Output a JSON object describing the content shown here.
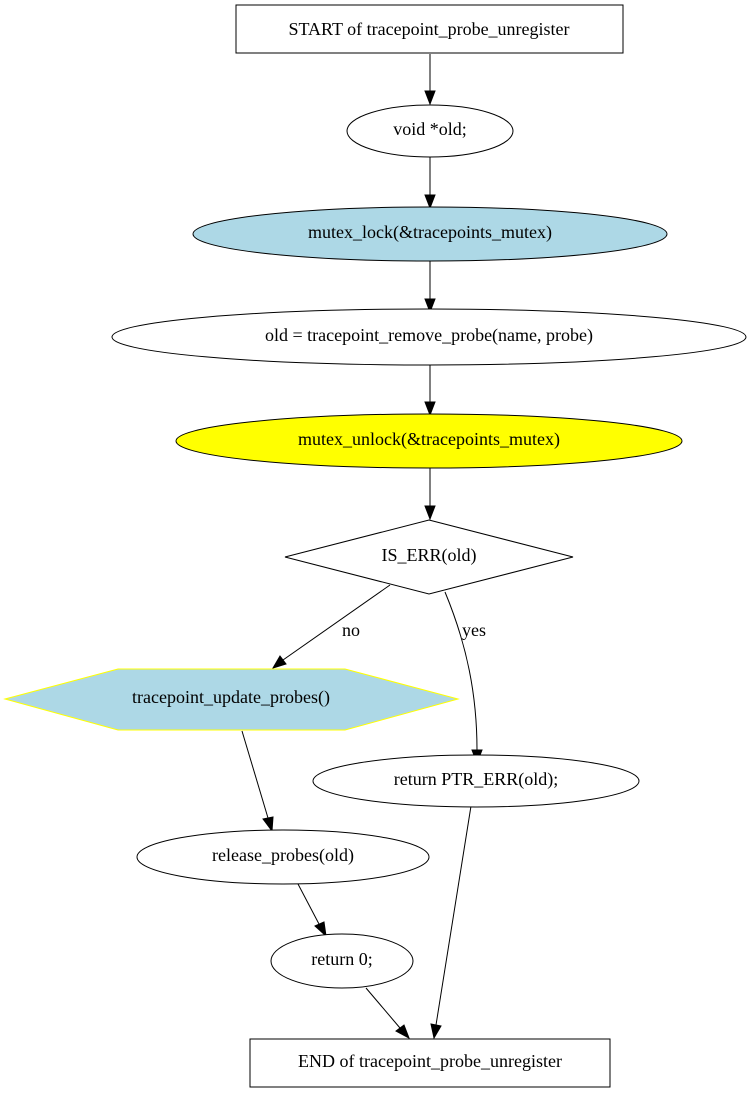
{
  "diagram": {
    "type": "flowchart",
    "nodes": {
      "start": {
        "label": "START of tracepoint_probe_unregister",
        "shape": "box",
        "fill": "#ffffff",
        "stroke": "#000000"
      },
      "decl_old": {
        "label": "void *old;",
        "shape": "ellipse",
        "fill": "#ffffff",
        "stroke": "#000000"
      },
      "mutex_lock": {
        "label": "mutex_lock(&tracepoints_mutex)",
        "shape": "ellipse",
        "fill": "#add8e6",
        "stroke": "#000000"
      },
      "remove_probe": {
        "label": "old = tracepoint_remove_probe(name, probe)",
        "shape": "ellipse",
        "fill": "#ffffff",
        "stroke": "#000000"
      },
      "mutex_unlock": {
        "label": "mutex_unlock(&tracepoints_mutex)",
        "shape": "ellipse",
        "fill": "#ffff00",
        "stroke": "#000000"
      },
      "is_err": {
        "label": "IS_ERR(old)",
        "shape": "diamond",
        "fill": "#ffffff",
        "stroke": "#000000"
      },
      "update_probes": {
        "label": "tracepoint_update_probes()",
        "shape": "hexagon",
        "fill": "#add8e6",
        "stroke": "#ffff00"
      },
      "return_err": {
        "label": "return PTR_ERR(old);",
        "shape": "ellipse",
        "fill": "#ffffff",
        "stroke": "#000000"
      },
      "release_probes": {
        "label": "release_probes(old)",
        "shape": "ellipse",
        "fill": "#ffffff",
        "stroke": "#000000"
      },
      "return_zero": {
        "label": "return 0;",
        "shape": "ellipse",
        "fill": "#ffffff",
        "stroke": "#000000"
      },
      "end": {
        "label": "END of tracepoint_probe_unregister",
        "shape": "box",
        "fill": "#ffffff",
        "stroke": "#000000"
      }
    },
    "edges": [
      {
        "from": "start",
        "to": "decl_old",
        "label": ""
      },
      {
        "from": "decl_old",
        "to": "mutex_lock",
        "label": ""
      },
      {
        "from": "mutex_lock",
        "to": "remove_probe",
        "label": ""
      },
      {
        "from": "remove_probe",
        "to": "mutex_unlock",
        "label": ""
      },
      {
        "from": "mutex_unlock",
        "to": "is_err",
        "label": ""
      },
      {
        "from": "is_err",
        "to": "update_probes",
        "label": "no"
      },
      {
        "from": "is_err",
        "to": "return_err",
        "label": "yes"
      },
      {
        "from": "update_probes",
        "to": "release_probes",
        "label": ""
      },
      {
        "from": "release_probes",
        "to": "return_zero",
        "label": ""
      },
      {
        "from": "return_zero",
        "to": "end",
        "label": ""
      },
      {
        "from": "return_err",
        "to": "end",
        "label": ""
      }
    ]
  }
}
